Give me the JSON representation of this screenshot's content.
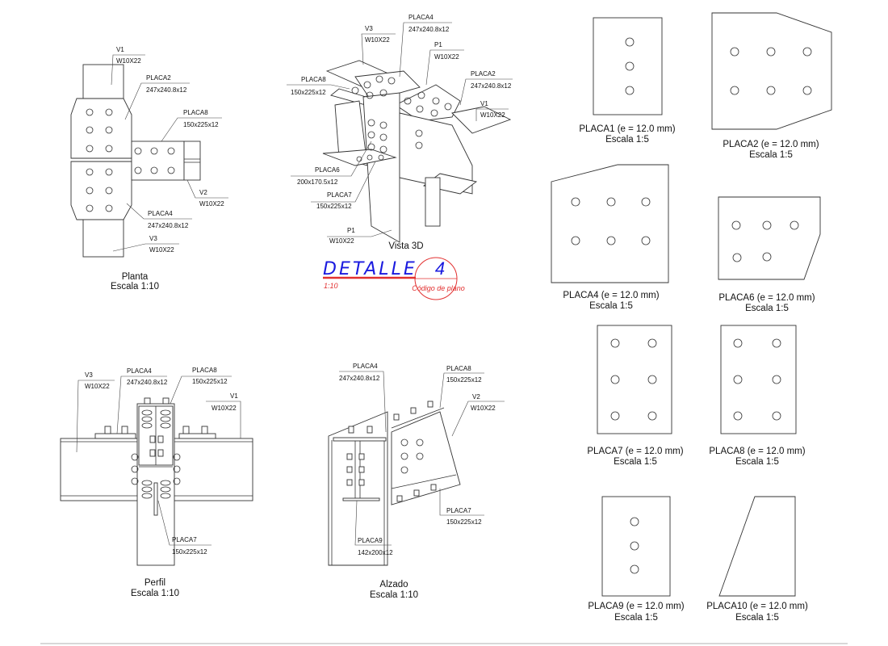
{
  "planta": {
    "labels": [
      {
        "name": "V1",
        "spec": "W10X22"
      },
      {
        "name": "PLACA2",
        "spec": "247x240.8x12"
      },
      {
        "name": "PLACA8",
        "spec": "150x225x12"
      },
      {
        "name": "V2",
        "spec": "W10X22"
      },
      {
        "name": "PLACA4",
        "spec": "247x240.8x12"
      },
      {
        "name": "V3",
        "spec": "W10X22"
      }
    ],
    "title": "Planta",
    "scale": "Escala 1:10"
  },
  "vista3d": {
    "labels": [
      {
        "name": "V3",
        "spec": "W10X22"
      },
      {
        "name": "PLACA4",
        "spec": "247x240.8x12"
      },
      {
        "name": "P1",
        "spec": "W10X22"
      },
      {
        "name": "PLACA2",
        "spec": "247x240.8x12"
      },
      {
        "name": "V1",
        "spec": "W10X22"
      },
      {
        "name": "PLACA8",
        "spec": "150x225x12"
      },
      {
        "name": "PLACA6",
        "spec": "200x170.5x12"
      },
      {
        "name": "PLACA7",
        "spec": "150x225x12"
      },
      {
        "name": "P1",
        "spec": "W10X22"
      }
    ],
    "title": "Vista 3D"
  },
  "detalle": {
    "title": "DETALLE",
    "number": "4",
    "scale": "1:10",
    "code_label": "Código de plano",
    "colors": {
      "title": "#1a1adf",
      "accent": "#e23030"
    }
  },
  "perfil": {
    "labels": [
      {
        "name": "V3",
        "spec": "W10X22"
      },
      {
        "name": "PLACA4",
        "spec": "247x240.8x12"
      },
      {
        "name": "PLACA8",
        "spec": "150x225x12"
      },
      {
        "name": "V1",
        "spec": "W10X22"
      },
      {
        "name": "PLACA7",
        "spec": "150x225x12"
      }
    ],
    "title": "Perfil",
    "scale": "Escala 1:10"
  },
  "alzado": {
    "labels": [
      {
        "name": "PLACA4",
        "spec": "247x240.8x12"
      },
      {
        "name": "PLACA8",
        "spec": "150x225x12"
      },
      {
        "name": "V2",
        "spec": "W10X22"
      },
      {
        "name": "PLACA7",
        "spec": "150x225x12"
      },
      {
        "name": "PLACA9",
        "spec": "142x200x12"
      }
    ],
    "title": "Alzado",
    "scale": "Escala 1:10"
  },
  "plates": [
    {
      "name": "PLACA1 (e = 12.0 mm)",
      "scale": "Escala 1:5"
    },
    {
      "name": "PLACA2 (e = 12.0 mm)",
      "scale": "Escala 1:5"
    },
    {
      "name": "PLACA4 (e = 12.0 mm)",
      "scale": "Escala 1:5"
    },
    {
      "name": "PLACA6 (e = 12.0 mm)",
      "scale": "Escala 1:5"
    },
    {
      "name": "PLACA7 (e = 12.0 mm)",
      "scale": "Escala 1:5"
    },
    {
      "name": "PLACA8 (e = 12.0 mm)",
      "scale": "Escala 1:5"
    },
    {
      "name": "PLACA9 (e = 12.0 mm)",
      "scale": "Escala 1:5"
    },
    {
      "name": "PLACA10 (e = 12.0 mm)",
      "scale": "Escala 1:5"
    }
  ]
}
